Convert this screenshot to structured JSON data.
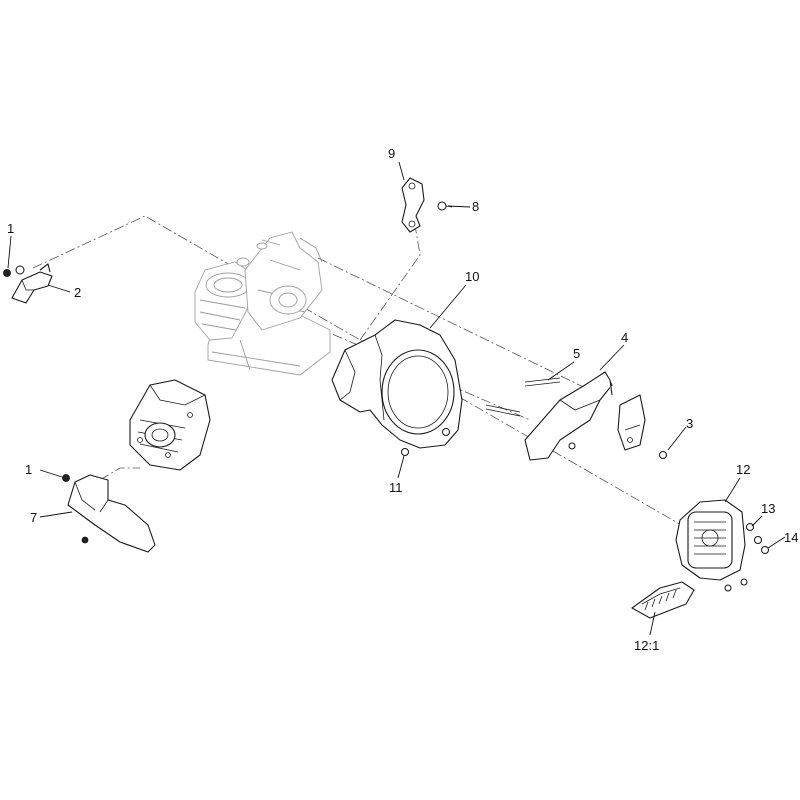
{
  "callouts": {
    "c1a": "1",
    "c2": "2",
    "c1b": "1",
    "c7": "7",
    "c9": "9",
    "c8": "8",
    "c10": "10",
    "c5": "5",
    "c4": "4",
    "c3": "3",
    "c11": "11",
    "c12": "12",
    "c13": "13",
    "c14": "14",
    "c12_1": "12:1"
  }
}
